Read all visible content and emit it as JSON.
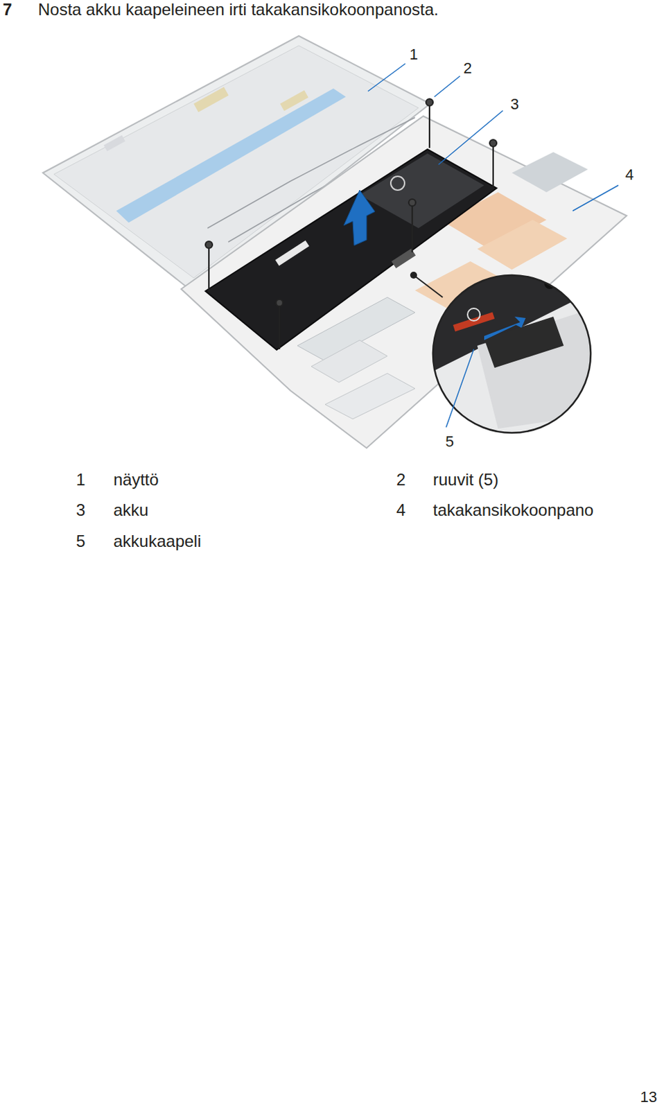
{
  "diagram": {
    "title": "Nosta akku kaapeleineen irti takakansikokoonpanosta.",
    "labels": [
      "7",
      "1",
      "2",
      "3",
      "4",
      "5",
      "1",
      "näyttö",
      "2",
      "ruuvit (5)",
      "3",
      "akku",
      "4",
      "takakansikokoonpano",
      "5",
      "akkukaapeli",
      "13"
    ]
  }
}
